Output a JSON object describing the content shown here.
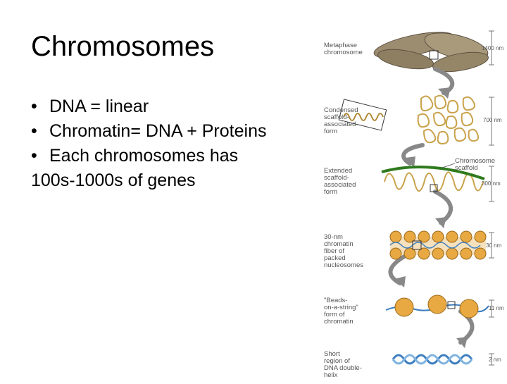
{
  "slide": {
    "title": "Chromosomes",
    "bullets": [
      "DNA = linear",
      "Chromatin= DNA + Proteins",
      "Each chromosomes has"
    ],
    "continuation": "100s-1000s of genes"
  },
  "figure": {
    "levels": [
      {
        "label": "Metaphase\nchromosome",
        "dimension": "1400 nm"
      },
      {
        "label": "Condensed\nscaffold-\nassociated\nform",
        "dimension": "700 nm"
      },
      {
        "label": "Extended\nscaffold-\nassociated\nform",
        "dimension": "300 nm"
      },
      {
        "label": "30-nm\nchromatin\nfiber of\npacked\nnucleosomes",
        "dimension": "30 nm"
      },
      {
        "label": "\"Beads-\non-a-string\"\nform of\nchromatin",
        "dimension": "11 nm"
      },
      {
        "label": "Short\nregion of\nDNA double-\nhelix",
        "dimension": "2 nm"
      }
    ],
    "scaffold_label": "Chromosome\nscaffold",
    "colors": {
      "chromosome": "#9c8d70",
      "loops": "#c9a24a",
      "scaffold": "#2f7a1e",
      "nucleosome": "#e8a842",
      "dna": "#3d7fbf",
      "arrow": "#888888"
    }
  }
}
